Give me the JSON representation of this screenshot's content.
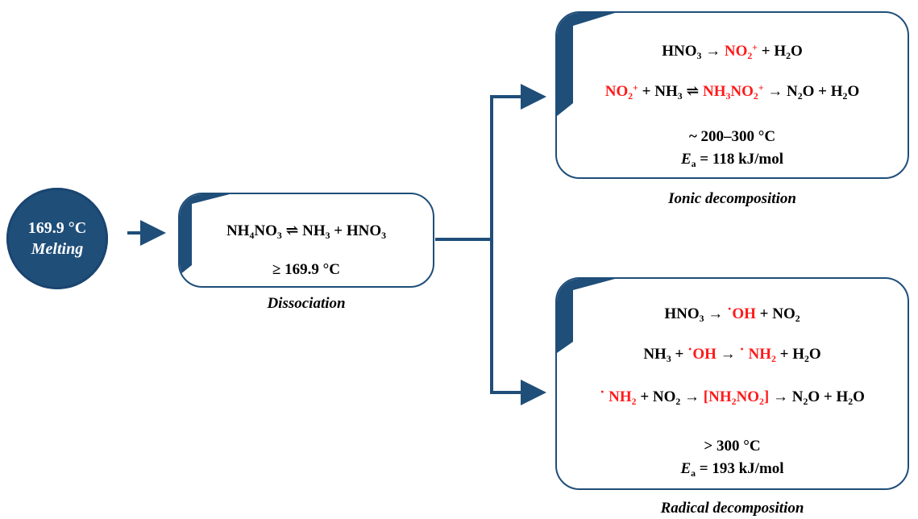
{
  "melting": {
    "temp": "169.9 °C",
    "label": "Melting"
  },
  "dissociation": {
    "eq_a": "NH",
    "eq_a_sub": "4",
    "eq_b": "NO",
    "eq_b_sub": "3",
    "eq_c": " ⇌ NH",
    "eq_c_sub": "3",
    "eq_d": " + HNO",
    "eq_d_sub": "3",
    "condition": "≥ 169.9 °C",
    "caption": "Dissociation"
  },
  "ionic": {
    "eq1_a": "HNO",
    "eq1_a_sub": "3",
    "eq1_b": " → ",
    "eq1_red": "NO",
    "eq1_red_sub": "2",
    "eq1_red_sup": "+",
    "eq1_c": " + H",
    "eq1_c_sub": "2",
    "eq1_d": "O",
    "eq2_red1": "NO",
    "eq2_red1_sub": "2",
    "eq2_red1_sup": "+",
    "eq2_b": " + NH",
    "eq2_b_sub": "3",
    "eq2_c": " ⇌ ",
    "eq2_red2": "NH",
    "eq2_red2_sub": "3",
    "eq2_red2b": "NO",
    "eq2_red2b_sub": "2",
    "eq2_red2b_sup": "+",
    "eq2_d": " → N",
    "eq2_d_sub": "2",
    "eq2_e": "O + H",
    "eq2_e_sub": "2",
    "eq2_f": "O",
    "temp": "~ 200–300 °C",
    "ea_symbol": "E",
    "ea_sub": "a",
    "ea_value": " =  118 kJ/mol",
    "caption": "Ionic decomposition"
  },
  "radical": {
    "eq1_a": "HNO",
    "eq1_a_sub": "3",
    "eq1_b": " → ",
    "eq1_red": "˙OH",
    "eq1_c": " + NO",
    "eq1_c_sub": "2",
    "eq2_a": "NH",
    "eq2_a_sub": "3",
    "eq2_b": " + ",
    "eq2_red1": "˙OH",
    "eq2_c": " → ",
    "eq2_red2": "˙ NH",
    "eq2_red2_sub": "2",
    "eq2_d": " + H",
    "eq2_d_sub": "2",
    "eq2_e": "O",
    "eq3_red1": "˙ NH",
    "eq3_red1_sub": "2",
    "eq3_b": " + NO",
    "eq3_b_sub": "2",
    "eq3_c": " → ",
    "eq3_red2": "[NH",
    "eq3_red2_sub": "2",
    "eq3_red2b": "NO",
    "eq3_red2b_sub": "2",
    "eq3_red2c": "]",
    "eq3_d": " → N",
    "eq3_d_sub": "2",
    "eq3_e": "O + H",
    "eq3_e_sub": "2",
    "eq3_f": "O",
    "temp": "> 300 °C",
    "ea_symbol": "E",
    "ea_sub": "a",
    "ea_value": " =  193 kJ/mol",
    "caption": "Radical decomposition"
  },
  "colors": {
    "navy": "#1f4e79",
    "red": "#ff1a1a"
  }
}
